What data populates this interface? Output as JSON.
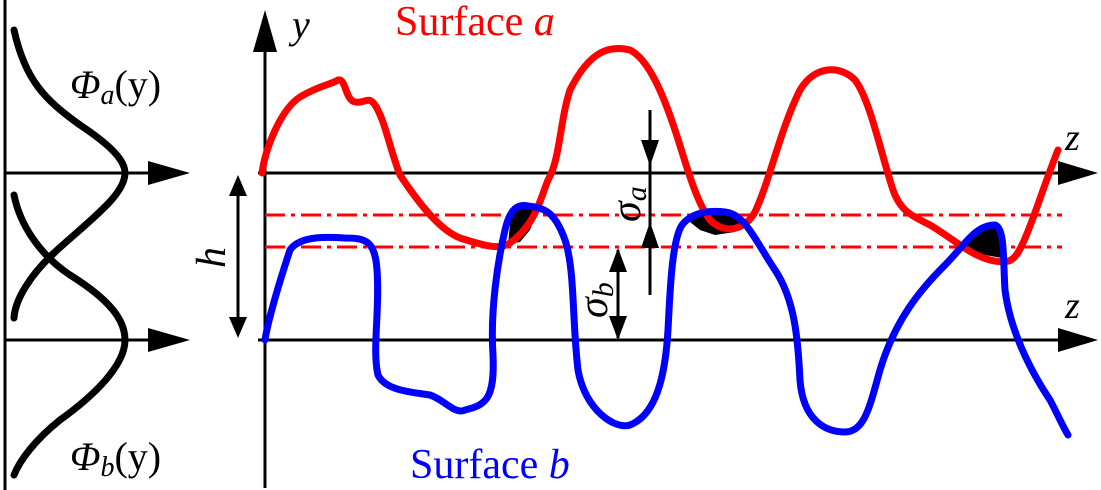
{
  "axes": {
    "y_label": "y",
    "z_label_upper": "z",
    "z_label_lower": "z"
  },
  "distribution_labels": {
    "phi_a": {
      "symbol": "Φ",
      "subscript": "a",
      "arg": "(y)"
    },
    "phi_b": {
      "symbol": "Φ",
      "subscript": "b",
      "arg": "(y)"
    }
  },
  "surface_labels": {
    "a": {
      "text": "Surface ",
      "var": "a"
    },
    "b": {
      "text": "Surface ",
      "var": "b"
    }
  },
  "dimension_labels": {
    "h": "h",
    "sigma_a": {
      "symbol": "σ",
      "subscript": "a"
    },
    "sigma_b": {
      "symbol": "σ",
      "subscript": "b"
    }
  },
  "colors": {
    "surface_a": "#ff0000",
    "surface_b": "#0000ff",
    "axes": "#000000",
    "contact": "#000000"
  }
}
